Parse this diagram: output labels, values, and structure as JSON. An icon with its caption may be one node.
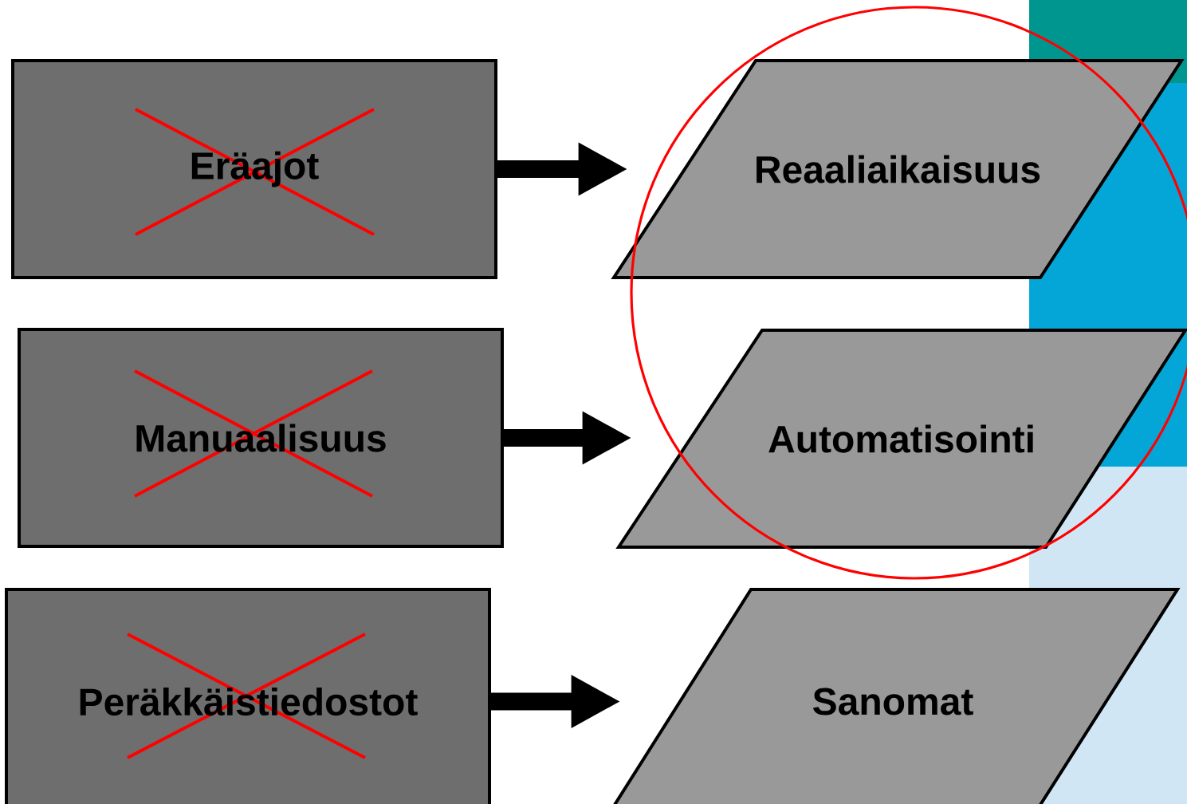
{
  "diagram": {
    "nodes": [
      {
        "text": [
          "Eräajot"
        ]
      },
      {
        "text": [
          "Reaaliaikaisuus"
        ]
      },
      {
        "text": [
          "Manuaalisuus"
        ]
      },
      {
        "text": [
          "Automatisointi"
        ]
      },
      {
        "text": [
          "Peräkkäistiedostot"
        ]
      },
      {
        "text": [
          "Sanomat"
        ]
      }
    ],
    "edges": [
      {
        "from": 0,
        "to": 1,
        "arrow": "to"
      },
      {
        "from": 2,
        "to": 3,
        "arrow": "to"
      },
      {
        "from": 4,
        "to": 5,
        "arrow": "to"
      }
    ]
  }
}
